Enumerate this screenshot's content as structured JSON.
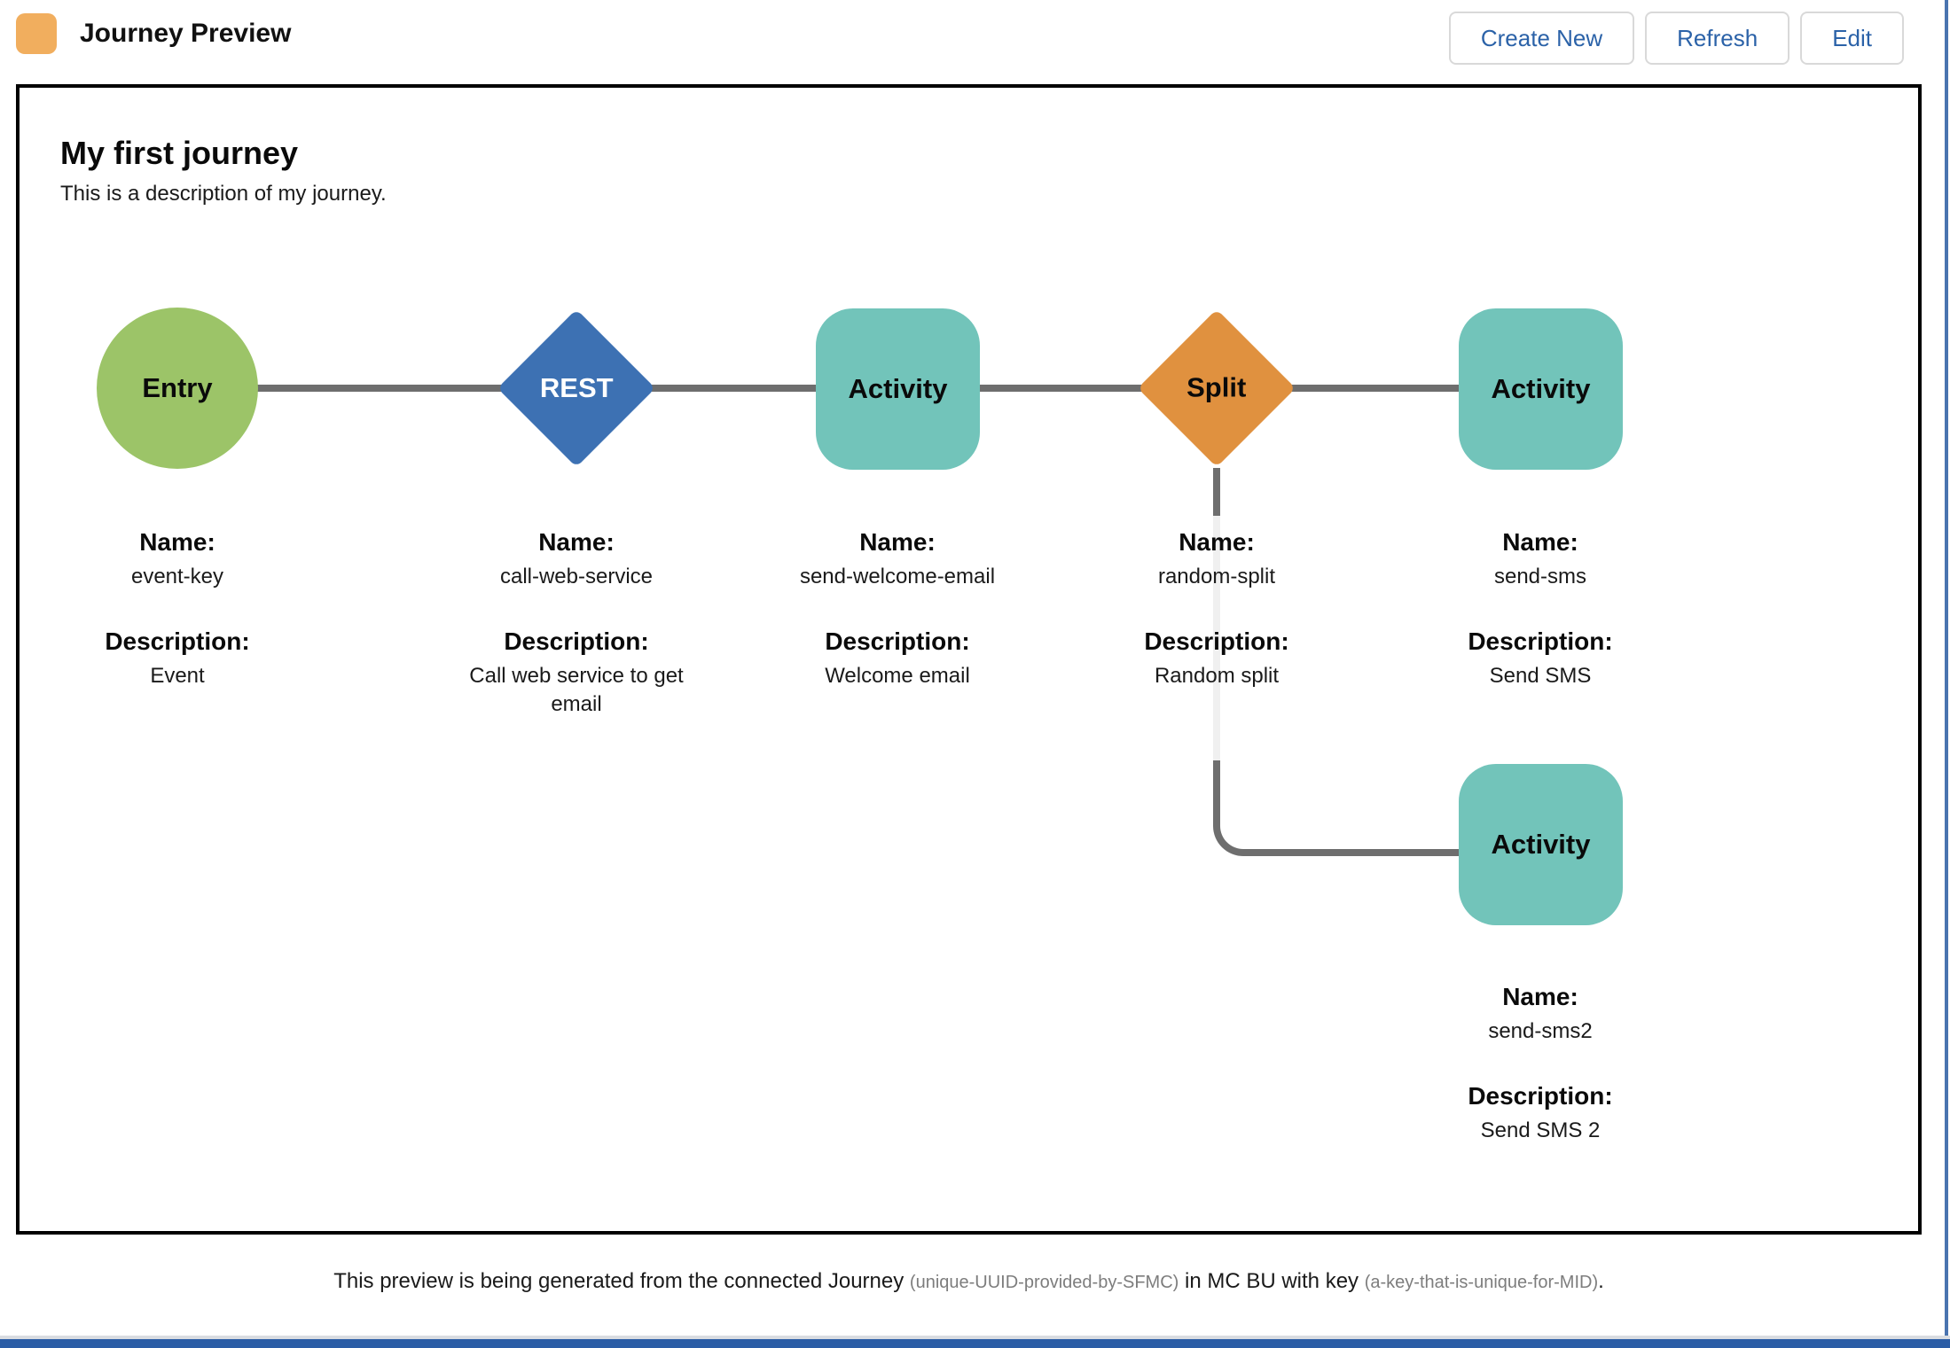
{
  "header": {
    "app_title": "Journey Preview",
    "buttons": {
      "create_new": "Create New",
      "refresh": "Refresh",
      "edit": "Edit"
    }
  },
  "canvas": {
    "title": "My first journey",
    "subtitle": "This is a description of my journey."
  },
  "field_labels": {
    "name": "Name:",
    "description": "Description:"
  },
  "nodes": [
    {
      "shape": "circle",
      "label": "Entry",
      "name": "event-key",
      "description": "Event"
    },
    {
      "shape": "diamond",
      "label": "REST",
      "name": "call-web-service",
      "description": "Call web service to get email"
    },
    {
      "shape": "rounded-square",
      "label": "Activity",
      "name": "send-welcome-email",
      "description": "Welcome email"
    },
    {
      "shape": "diamond",
      "label": "Split",
      "name": "random-split",
      "description": "Random split"
    },
    {
      "shape": "rounded-square",
      "label": "Activity",
      "name": "send-sms",
      "description": "Send SMS"
    },
    {
      "shape": "rounded-square",
      "label": "Activity",
      "name": "send-sms2",
      "description": "Send SMS 2"
    }
  ],
  "footer": {
    "main_1": "This preview is being generated from the connected Journey",
    "muted_1": "(unique-UUID-provided-by-SFMC)",
    "main_2": "in MC BU with key",
    "muted_2": "(a-key-that-is-unique-for-MID)",
    "period": "."
  },
  "colors": {
    "entry_green": "#9cc468",
    "rest_blue": "#3d71b3",
    "activity_teal": "#72c4ba",
    "split_orange": "#e0913f",
    "connector_gray": "#6e6e6e",
    "button_text_blue": "#2b62a8",
    "header_icon_orange": "#f1ae5e",
    "window_bar_blue": "#2b5da6"
  }
}
